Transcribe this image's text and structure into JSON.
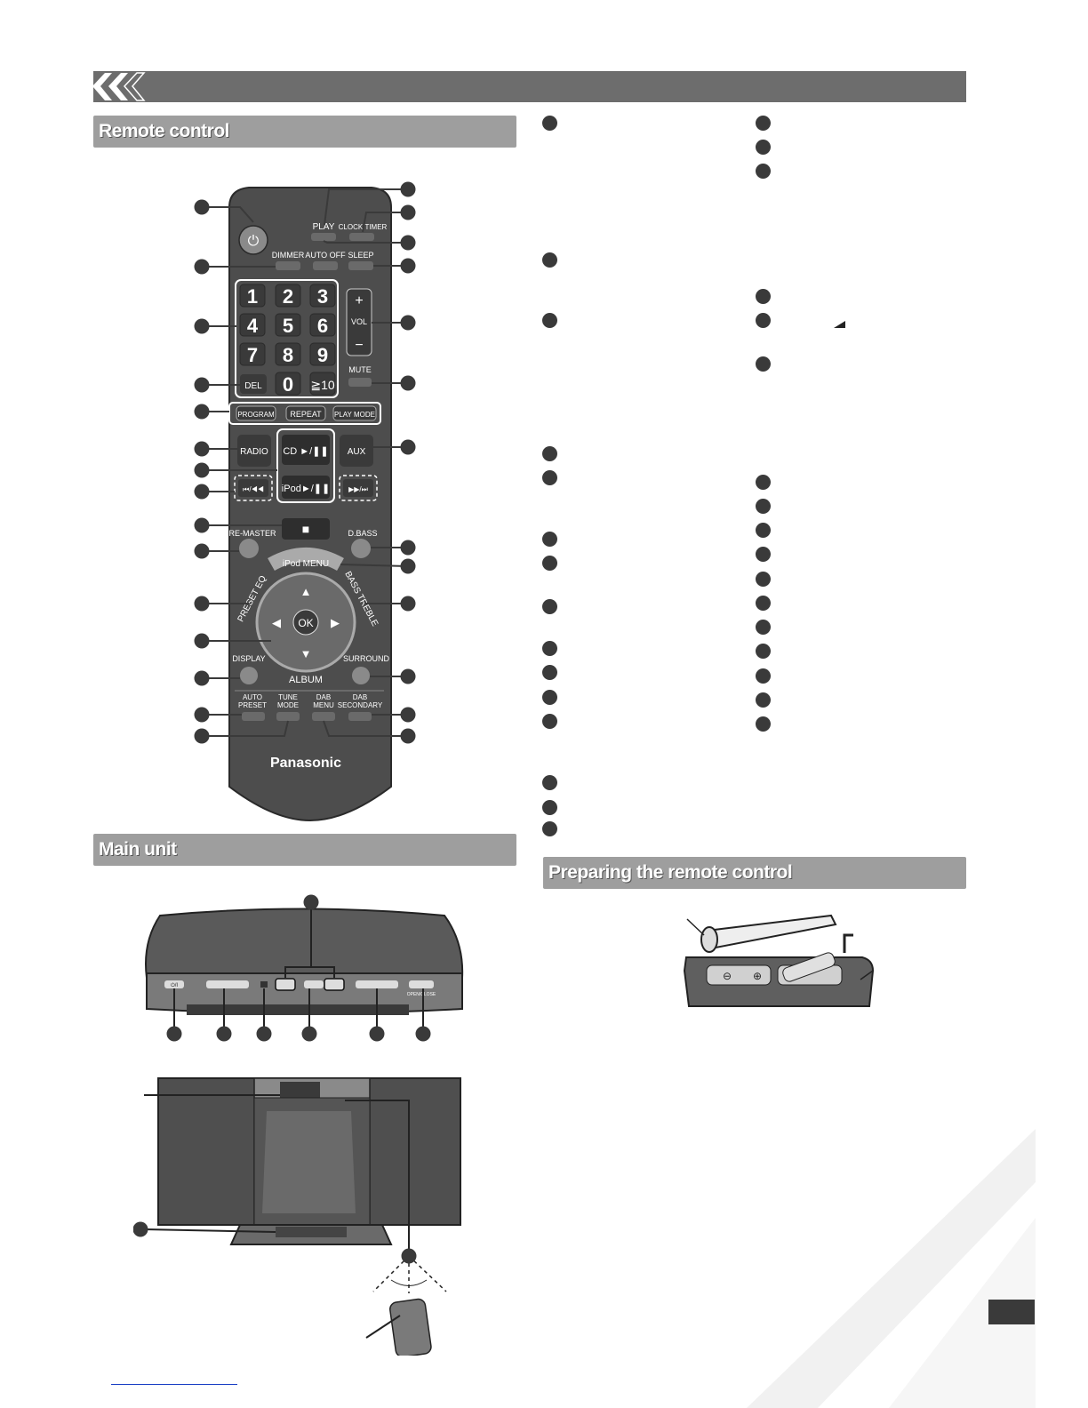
{
  "sections": {
    "remote_control": "Remote control",
    "main_unit": "Main unit",
    "preparing": "Preparing the remote control"
  },
  "remote": {
    "brand": "Panasonic",
    "buttons": {
      "play": "PLAY",
      "clock_timer": "CLOCK/TIMER",
      "dimmer": "DIMMER",
      "auto_off": "AUTO OFF",
      "sleep": "SLEEP",
      "num_1": "1",
      "num_2": "2",
      "num_3": "3",
      "num_4": "4",
      "num_5": "5",
      "num_6": "6",
      "num_7": "7",
      "num_8": "8",
      "num_9": "9",
      "num_0": "0",
      "num_10": "≧10",
      "del": "DEL",
      "vol": "VOL",
      "vol_plus": "+",
      "vol_minus": "−",
      "mute": "MUTE",
      "program": "PROGRAM",
      "repeat": "REPEAT",
      "play_mode": "PLAY MODE",
      "radio": "RADIO",
      "cd": "CD ►/❚❚",
      "aux": "AUX",
      "ipod": "iPod►/❚❚",
      "skip_back": "⏮/◀◀",
      "skip_fwd": "▶▶/⏭",
      "stop": "■",
      "re_master": "RE-MASTER",
      "d_bass": "D.BASS",
      "ipod_menu": "iPod MENU",
      "preset_eq": "PRESET EQ",
      "bass_treble": "BASS TREBLE",
      "ok": "OK",
      "display": "DISPLAY",
      "surround": "SURROUND",
      "album": "ALBUM",
      "auto_preset_1": "AUTO",
      "auto_preset_2": "PRESET",
      "tune_mode_1": "TUNE",
      "tune_mode_2": "MODE",
      "dab_menu_1": "DAB",
      "dab_menu_2": "MENU",
      "dab_secondary_1": "DAB",
      "dab_secondary_2": "SECONDARY"
    }
  },
  "main_unit_labels": {
    "power": "⏻/I",
    "open_close": "OPEN/CLOSE"
  },
  "colors": {
    "banner": "#6d6d6d",
    "section": "#9e9e9e",
    "callout": "#3a3a3a",
    "remote_body": "#4d4d4d"
  }
}
